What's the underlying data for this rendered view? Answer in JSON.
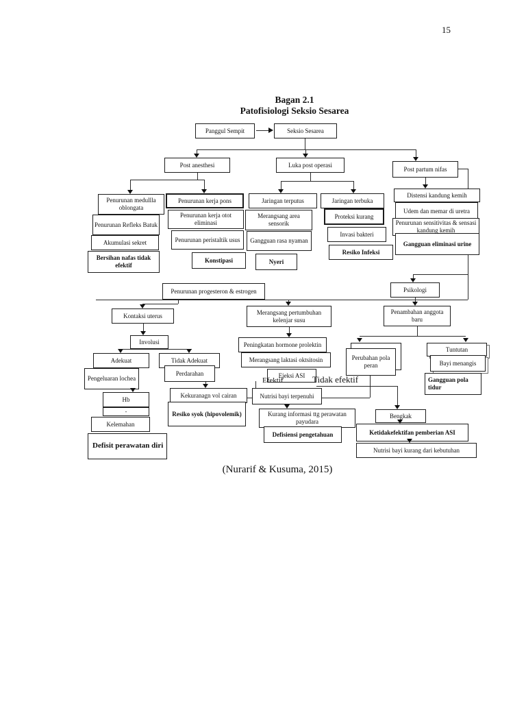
{
  "page": {
    "number": "15",
    "citation": "(Nurarif & Kusuma, 2015)"
  },
  "title": {
    "line1": "Bagan 2.1",
    "line2": "Patofisiologi Seksio Sesarea"
  },
  "nodes": {
    "panggul_sempit": "Panggul Sempit",
    "seksio_sesarea": "Seksio Sesarea",
    "post_anesthesi": "Post anesthesi",
    "luka_post_operasi": "Luka post operasi",
    "post_partum_nifas": "Post partum nifas",
    "penurunan_medulla": "Penurunan medullla oblongata",
    "penurunan_refleks": "Penurunan Refleks Batuk",
    "akumulasi_sekret": "Akumulasi sekret",
    "bersihan_nafas": "Bersihan nafas tidak efektif",
    "kerja_pons": "Penurunan kerja pons",
    "kerja_otot": "Penurunan kerja otot eliminasi",
    "peristaltik_usus": "Penurunan peristaltik usus",
    "konstipasi": "Konstipasi",
    "jaringan_terputus": "Jaringan terputus",
    "area_sensorik": "Merangsang area sensorik",
    "gangguan_rasa_nyaman": "Gangguan rasa nyaman",
    "nyeri": "Nyeri",
    "jaringan_terbuka": "Jaringan terbuka",
    "proteksi_kurang": "Proteksi kurang",
    "invasi_bakteri": "Invasi bakteri",
    "resiko_infeksi": "Resiko Infeksi",
    "distensi_kandung_kemih": "Distensi kandung kemih",
    "udem_memar": "Udem dan memar di uretra",
    "penurunan_sensitivitas": "Penurunan sensitivitas & sensasi kandung kemih",
    "gangguan_eliminasi_urine": "Gangguan eliminasi urine",
    "progesteron_estrogen": "Penurunan progesteron & estrogen",
    "psikologi": "Psikologi",
    "penambahan_anggota": "Penambahan anggota baru",
    "kontaksi_uterus": "Kontaksi uterus",
    "involusi": "Involusi",
    "merangsang_pertumbuhan": "Merangsang pertumbuhan kelenjar susu",
    "adekuat": "Adekuat",
    "tidak_adekuat": "Tidak Adekuat",
    "pengeluaran_lochea": "Pengeluaran lochea",
    "perdarahan": "Perdarahan",
    "hb": "Hb",
    "hb_indicator": "-",
    "kelemahan": "Kelemahan",
    "defisit_perawatan": "Defisit perawatan diri",
    "kekurangan_cairan": "Kekuranagn vol cairan",
    "resiko_syok": "Resiko syok (hipovolemik)",
    "peningkatan_prolektin": "Peningkatan hormone prolektin",
    "laktasi_oktsitosin": "Merangsang laktasi oktsitosin",
    "ejeksi_asi": "Ejeksi ASI",
    "efektif": "Efektif",
    "tidak_efektif": "Tidak efektif",
    "nutrisi_terpenuhi": "Nutrisi bayi terpenuhi",
    "kurang_informasi": "Kurang informasi ttg perawatan payudara",
    "defisiensi_pengetahuan": "Defisiensi pengetahuan",
    "perubahan_pola_peran": "Perubahan pola peran",
    "tuntutan": "Tuntutan",
    "bayi_menangis": "Bayi menangis",
    "gangguan_pola_tidur": "Gangguan pola tidur",
    "bengkak": "Bengkak",
    "ketidakefektifan_asi": "Ketidakefektifan pemberian ASI",
    "nutrisi_bayi_kurang": "Nutrisi bayi kurang dari kebutuhan"
  }
}
